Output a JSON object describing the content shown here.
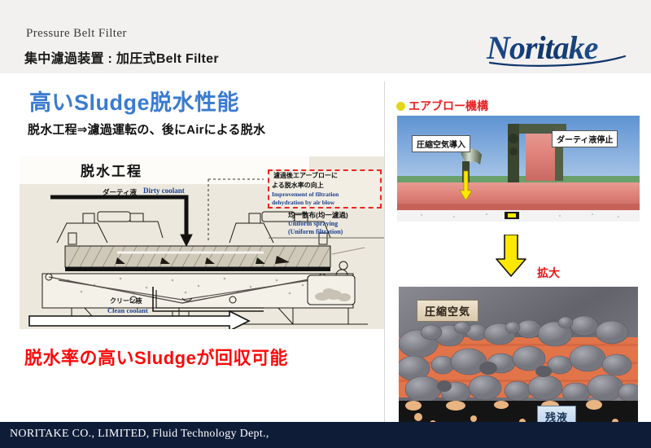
{
  "header": {
    "title_en": "Pressure Belt Filter",
    "title_jp": "集中濾過装置 : 加圧式Belt Filter",
    "logo_text": "Noritake",
    "logo_color": "#10366b"
  },
  "left": {
    "heading": "高いSludge脱水性能",
    "heading_color": "#3a7bd0",
    "subheading": "脱水工程⇒濾過運転の、後にAirによる脱水",
    "diagram": {
      "title": "脱水工程",
      "dirty_jp": "ダーティ液",
      "dirty_en": "Dirty coolant",
      "clean_jp": "クリーン液",
      "clean_en": "Clean coolant",
      "callout_jp_line1": "濾過後エアーブローに",
      "callout_jp_line2": "よる脱水率の向上",
      "callout_en_line1": "Improvement of filtration",
      "callout_en_line2": "dehydration by air blow",
      "callout_border_color": "#ef2424",
      "uniform_jp": "均一散布(均一濾過)",
      "uniform_en_line1": "Uniform spraying",
      "uniform_en_line2": "(Uniform filtration)"
    },
    "conclusion": "脱水率の高いSludgeが回収可能",
    "conclusion_color": "#fb0a0a"
  },
  "right": {
    "section_title": "エアブロー機構",
    "section_title_color": "#e82020",
    "bullet_color": "#e3d617",
    "photo_top": {
      "label_left": "圧縮空気導入",
      "label_right": "ダーティ液停止"
    },
    "zoom_label": "拡大",
    "zoom_label_color": "#e51313",
    "arrow_color": "#ffe800",
    "photo_bottom": {
      "label_top": "圧縮空気",
      "label_bottom": "残液"
    }
  },
  "footer": {
    "text": "NORITAKE CO., LIMITED, Fluid Technology Dept.,",
    "background": "#0f1c38"
  }
}
